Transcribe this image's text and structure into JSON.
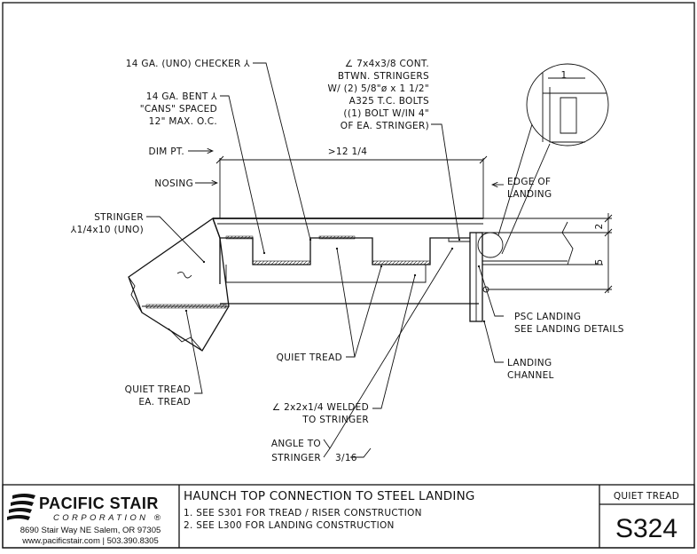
{
  "labels": {
    "checker_plate": "14 GA. (UNO) CHECKER ⅄",
    "bent_plate": [
      "14 GA. BENT ⅄",
      "\"CANS\" SPACED",
      "12\" MAX. O.C."
    ],
    "angle_stringers": [
      "∠ 7x4x3/8 CONT.",
      "BTWN. STRINGERS",
      "W/ (2) 5/8\"ø x 1 1/2\"",
      "A325 T.C. BOLTS",
      "((1) BOLT W/IN 4\"",
      "OF EA. STRINGER)"
    ],
    "dim_pt": "DIM PT.",
    "dim_1214": ">12 1/4",
    "nosing": "NOSING",
    "edge_of_landing": [
      "EDGE OF",
      "LANDING"
    ],
    "stringer": [
      "STRINGER",
      "⅄1/4x10 (UNO)"
    ],
    "dim_2": "2",
    "dim_5": "5",
    "detail_1": "1",
    "psc_landing": [
      "PSC LANDING",
      "SEE LANDING DETAILS"
    ],
    "quiet_tread_mid": "QUIET TREAD",
    "landing_channel": [
      "LANDING",
      "CHANNEL"
    ],
    "quiet_tread_each": [
      "QUIET TREAD",
      "EA. TREAD"
    ],
    "angle_welded": [
      "∠ 2x2x1/4 WELDED",
      "TO STRINGER"
    ],
    "angle_to_stringer": [
      "ANGLE TO",
      "STRINGER"
    ],
    "weld_size": "3/16"
  },
  "title_block": {
    "company_name": "PACIFIC STAIR",
    "company_sub": "CORPORATION",
    "registered": "®",
    "address": "8690 Stair Way NE Salem, OR 97305",
    "contact": "www.pacificstair.com  |  503.390.8305",
    "title": "HAUNCH TOP CONNECTION TO STEEL LANDING",
    "notes": [
      "1. SEE S301 FOR TREAD / RISER CONSTRUCTION",
      "2. SEE L300 FOR LANDING CONSTRUCTION"
    ],
    "category": "QUIET TREAD",
    "sheet_number": "S324"
  },
  "colors": {
    "ink": "#111111",
    "paper": "#ffffff"
  }
}
